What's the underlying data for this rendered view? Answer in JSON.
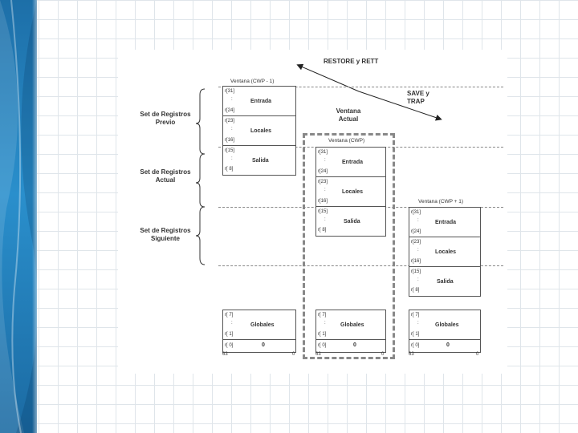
{
  "slide": {
    "accent_color": "#1d6fa8",
    "grid_color": "#dfe5ea"
  },
  "diagram": {
    "arrow_restore": "RESTORE y RETT",
    "arrow_save": "SAVE y TRAP",
    "current_window_title": "Ventana Actual",
    "brace_previous": "Set de Registros Previo",
    "brace_current": "Set de Registros Actual",
    "brace_next": "Set de Registros Siguiente",
    "windows": {
      "previous": {
        "title": "Ventana (CWP - 1)",
        "entrada": {
          "name": "Entrada",
          "reg_top": "r[31]",
          "reg_bottom": "r[24]"
        },
        "locales": {
          "name": "Locales",
          "reg_top": "r[23]",
          "reg_bottom": "r[16]"
        },
        "salida": {
          "name": "Salida",
          "reg_top": "r[15]",
          "reg_bottom": "r[ 8]"
        },
        "globales": {
          "name": "Globales",
          "reg_top": "r[ 7]",
          "reg_bottom": "r[ 1]"
        },
        "zero": {
          "reg": "r[ 0]",
          "value": "0"
        },
        "bit_left": "63",
        "bit_right": "0"
      },
      "current": {
        "title": "Ventana (CWP)",
        "entrada": {
          "name": "Entrada",
          "reg_top": "r[31]",
          "reg_bottom": "r[24]"
        },
        "locales": {
          "name": "Locales",
          "reg_top": "r[23]",
          "reg_bottom": "r[16]"
        },
        "salida": {
          "name": "Salida",
          "reg_top": "r[15]",
          "reg_bottom": "r[ 8]"
        },
        "globales": {
          "name": "Globales",
          "reg_top": "r[ 7]",
          "reg_bottom": "r[ 1]"
        },
        "zero": {
          "reg": "r[ 0]",
          "value": "0"
        },
        "bit_left": "63",
        "bit_right": "0"
      },
      "next": {
        "title": "Ventana (CWP + 1)",
        "entrada": {
          "name": "Entrada",
          "reg_top": "r[31]",
          "reg_bottom": "r[24]"
        },
        "locales": {
          "name": "Locales",
          "reg_top": "r[23]",
          "reg_bottom": "r[16]"
        },
        "salida": {
          "name": "Salida",
          "reg_top": "r[15]",
          "reg_bottom": "r[ 8]"
        },
        "globales": {
          "name": "Globales",
          "reg_top": "r[ 7]",
          "reg_bottom": "r[ 1]"
        },
        "zero": {
          "reg": "r[ 0]",
          "value": "0"
        },
        "bit_left": "63",
        "bit_right": "0"
      }
    },
    "ellipsis": ":"
  }
}
